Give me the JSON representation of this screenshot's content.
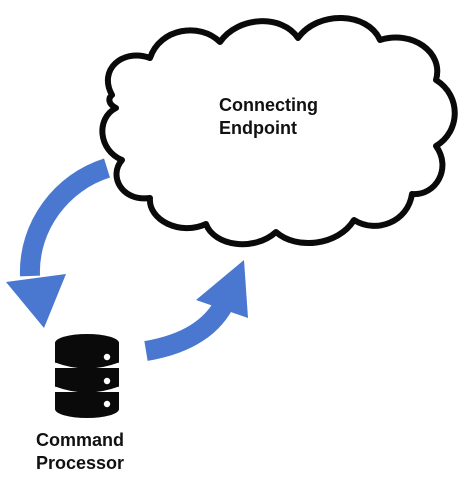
{
  "nodes": {
    "endpoint": {
      "line1": "Connecting",
      "line2": "Endpoint",
      "icon": "cloud-icon"
    },
    "processor": {
      "line1": "Command",
      "line2": "Processor",
      "icon": "database-icon"
    }
  },
  "arrows": {
    "color": "#4a78d0",
    "left": "curved-arrow-down-icon",
    "right": "curved-arrow-up-icon"
  }
}
